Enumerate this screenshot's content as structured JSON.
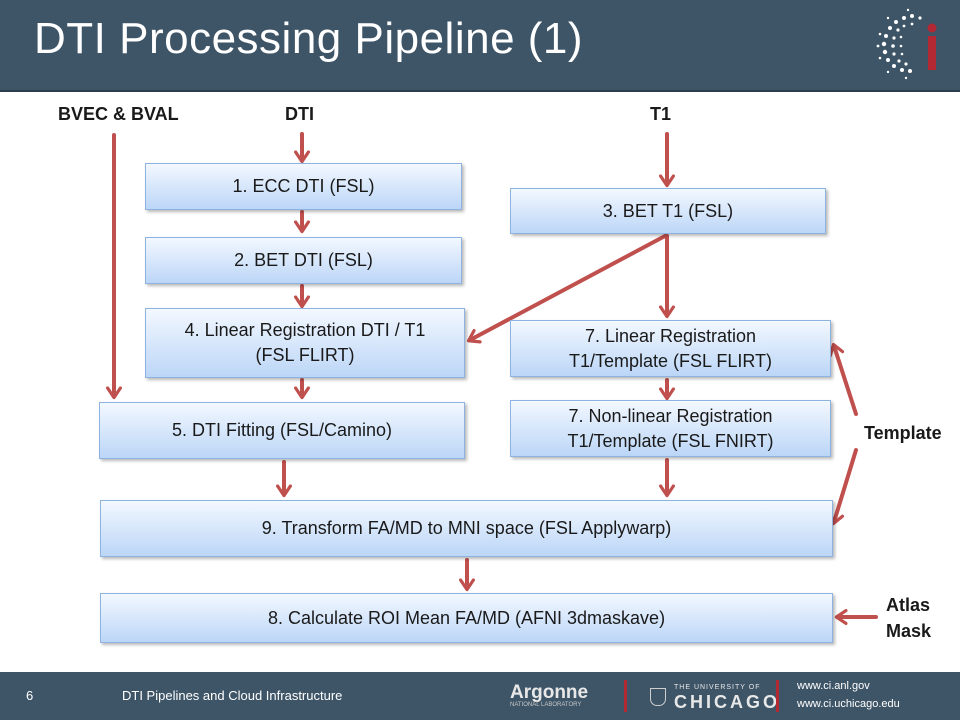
{
  "header": {
    "title": "DTI Processing Pipeline (1)",
    "logo_text": "ci"
  },
  "inputs": {
    "bvec_bval": "BVEC & BVAL",
    "dti": "DTI",
    "t1": "T1",
    "template": "Template",
    "atlas_mask": "Atlas\nMask"
  },
  "steps": {
    "ecc": "1. ECC DTI (FSL)",
    "bet_dti": "2. BET DTI (FSL)",
    "bet_t1": "3. BET T1 (FSL)",
    "lin_dti_t1": "4. Linear Registration  DTI / T1\n(FSL FLIRT)",
    "dti_fit": "5. DTI Fitting (FSL/Camino)",
    "lin_t1_template": "7. Linear Registration\nT1/Template (FSL FLIRT)",
    "nonlin_t1_template": "7. Non-linear Registration\nT1/Template (FSL FNIRT)",
    "transform": "9. Transform FA/MD to MNI space (FSL Applywarp)",
    "roi_mean": "8. Calculate ROI Mean FA/MD (AFNI 3dmaskave)"
  },
  "footer": {
    "page_number": "6",
    "title": "DTI Pipelines and Cloud Infrastructure",
    "argonne": "Argonne",
    "argonne_sub": "NATIONAL LABORATORY",
    "uchicago_small": "THE UNIVERSITY OF",
    "uchicago_big": "CHICAGO",
    "url1": "www.ci.anl.gov",
    "url2": "www.ci.uchicago.edu"
  },
  "colors": {
    "header_bg": "#3e5568",
    "arrow": "#c0504d",
    "box_top": "#f3f8ff",
    "box_bottom": "#bcd6f7",
    "accent_red": "#b22833"
  }
}
